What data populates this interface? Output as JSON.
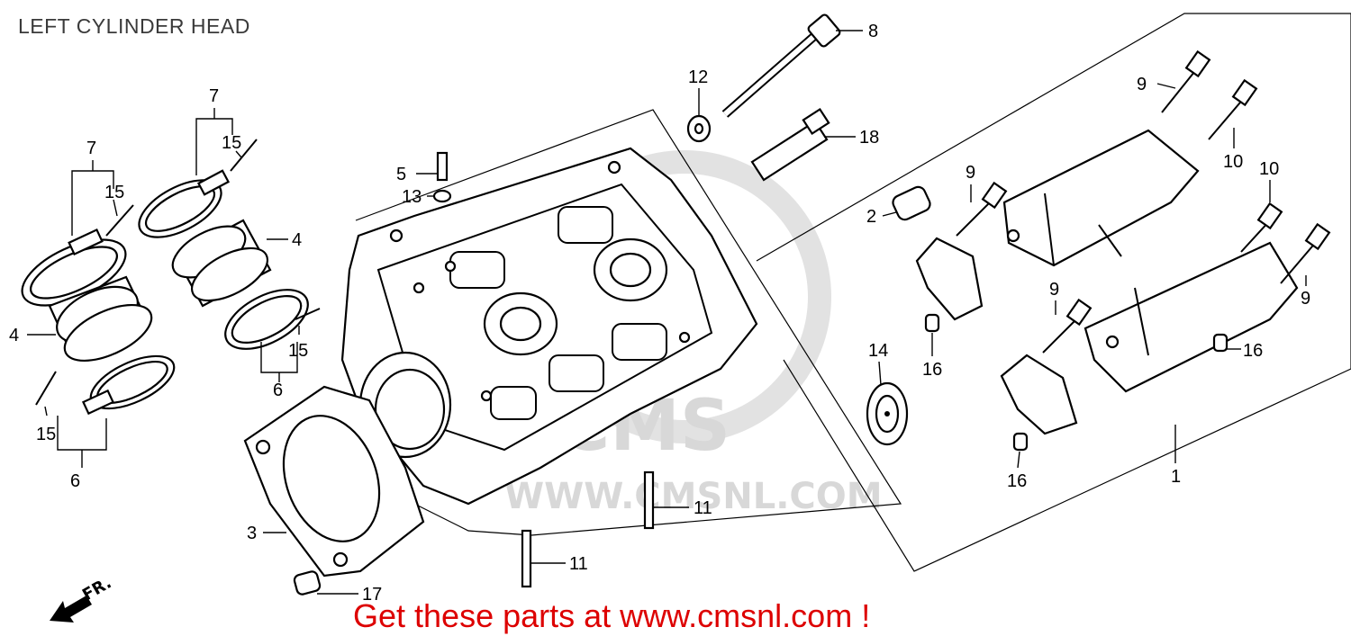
{
  "diagram": {
    "title": "LEFT CYLINDER HEAD",
    "promo": "Get these parts at www.cmsnl.com !",
    "watermark_brand": "CMS",
    "watermark_url": "WWW.CMSNL.COM",
    "front_marker": "FR.",
    "callouts": {
      "c1": "1",
      "c2": "2",
      "c3": "3",
      "c4a": "4",
      "c4b": "4",
      "c5": "5",
      "c6a": "6",
      "c6b": "6",
      "c7a": "7",
      "c7b": "7",
      "c8": "8",
      "c9a": "9",
      "c9b": "9",
      "c9c": "9",
      "c9d": "9",
      "c10a": "10",
      "c10b": "10",
      "c11a": "11",
      "c11b": "11",
      "c12": "12",
      "c13": "13",
      "c14": "14",
      "c15a": "15",
      "c15b": "15",
      "c15c": "15",
      "c15d": "15",
      "c16a": "16",
      "c16b": "16",
      "c16c": "16",
      "c17": "17",
      "c18": "18"
    }
  }
}
